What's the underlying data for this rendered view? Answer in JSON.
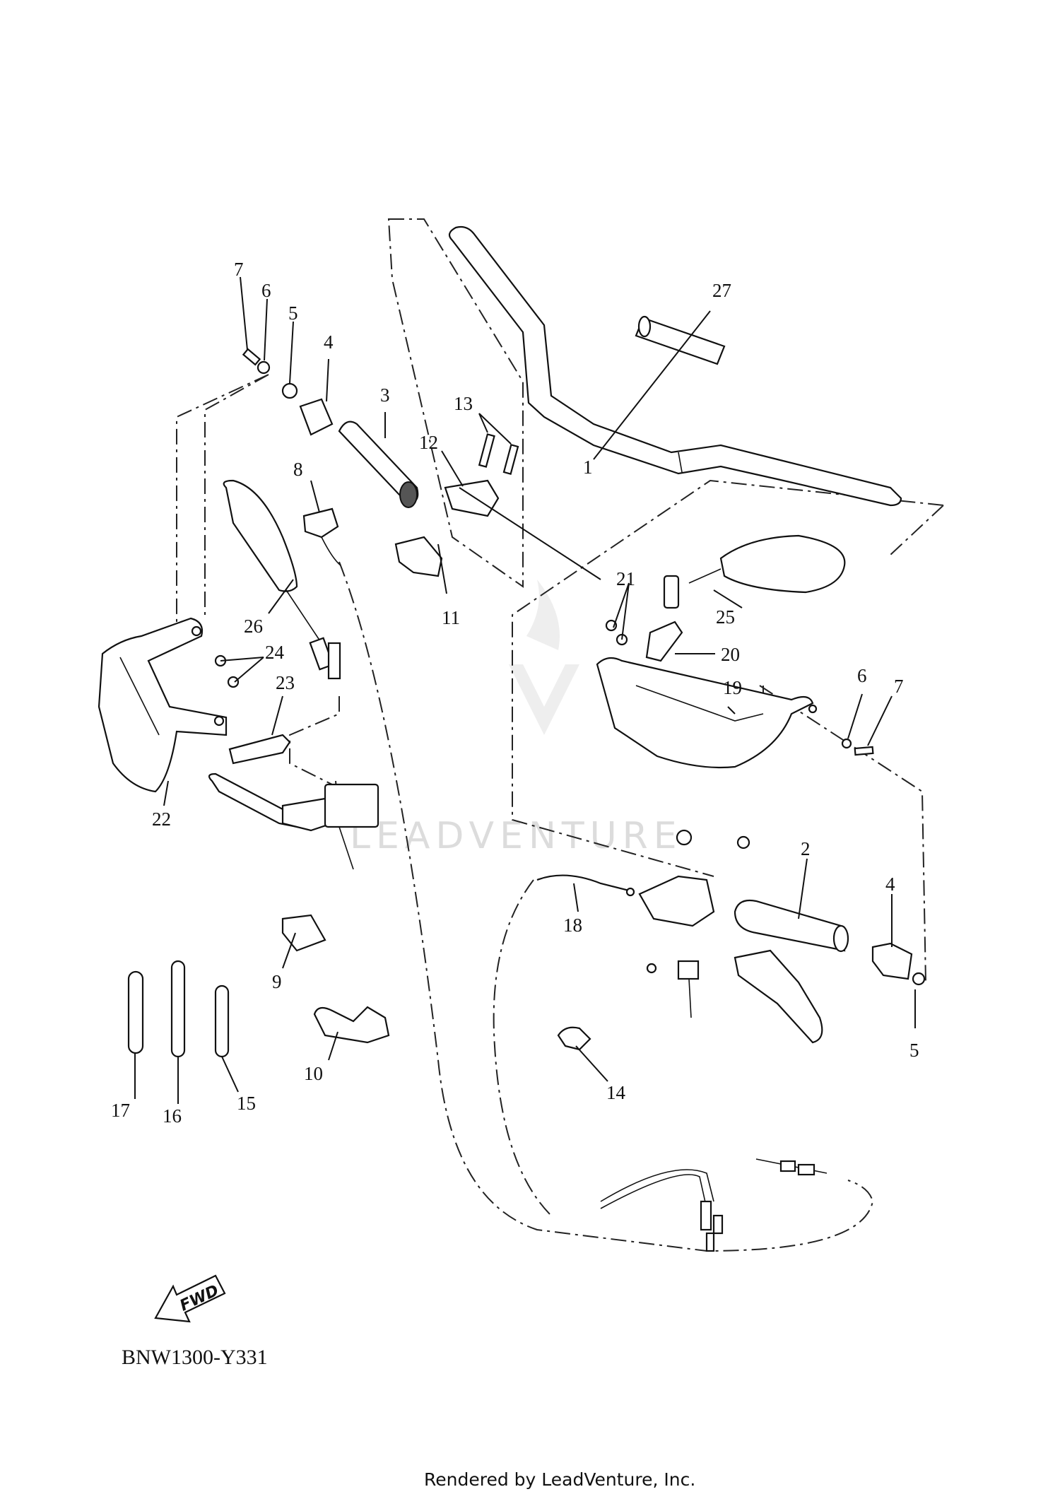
{
  "diagram": {
    "code": "BNW1300-Y331",
    "credit": "Rendered by LeadVenture, Inc.",
    "watermark": "LEADVENTURE",
    "fwd_label": "FWD",
    "callouts": {
      "c1": "1",
      "c2": "2",
      "c3": "3",
      "c4a": "4",
      "c4b": "4",
      "c5a": "5",
      "c5b": "5",
      "c6a": "6",
      "c6b": "6",
      "c7a": "7",
      "c7b": "7",
      "c8": "8",
      "c9": "9",
      "c10": "10",
      "c11": "11",
      "c12": "12",
      "c13": "13",
      "c14": "14",
      "c15": "15",
      "c16": "16",
      "c17": "17",
      "c18": "18",
      "c19": "19",
      "c20": "20",
      "c21": "21",
      "c22": "22",
      "c23": "23",
      "c24": "24",
      "c25": "25",
      "c26": "26",
      "c27": "27"
    }
  }
}
